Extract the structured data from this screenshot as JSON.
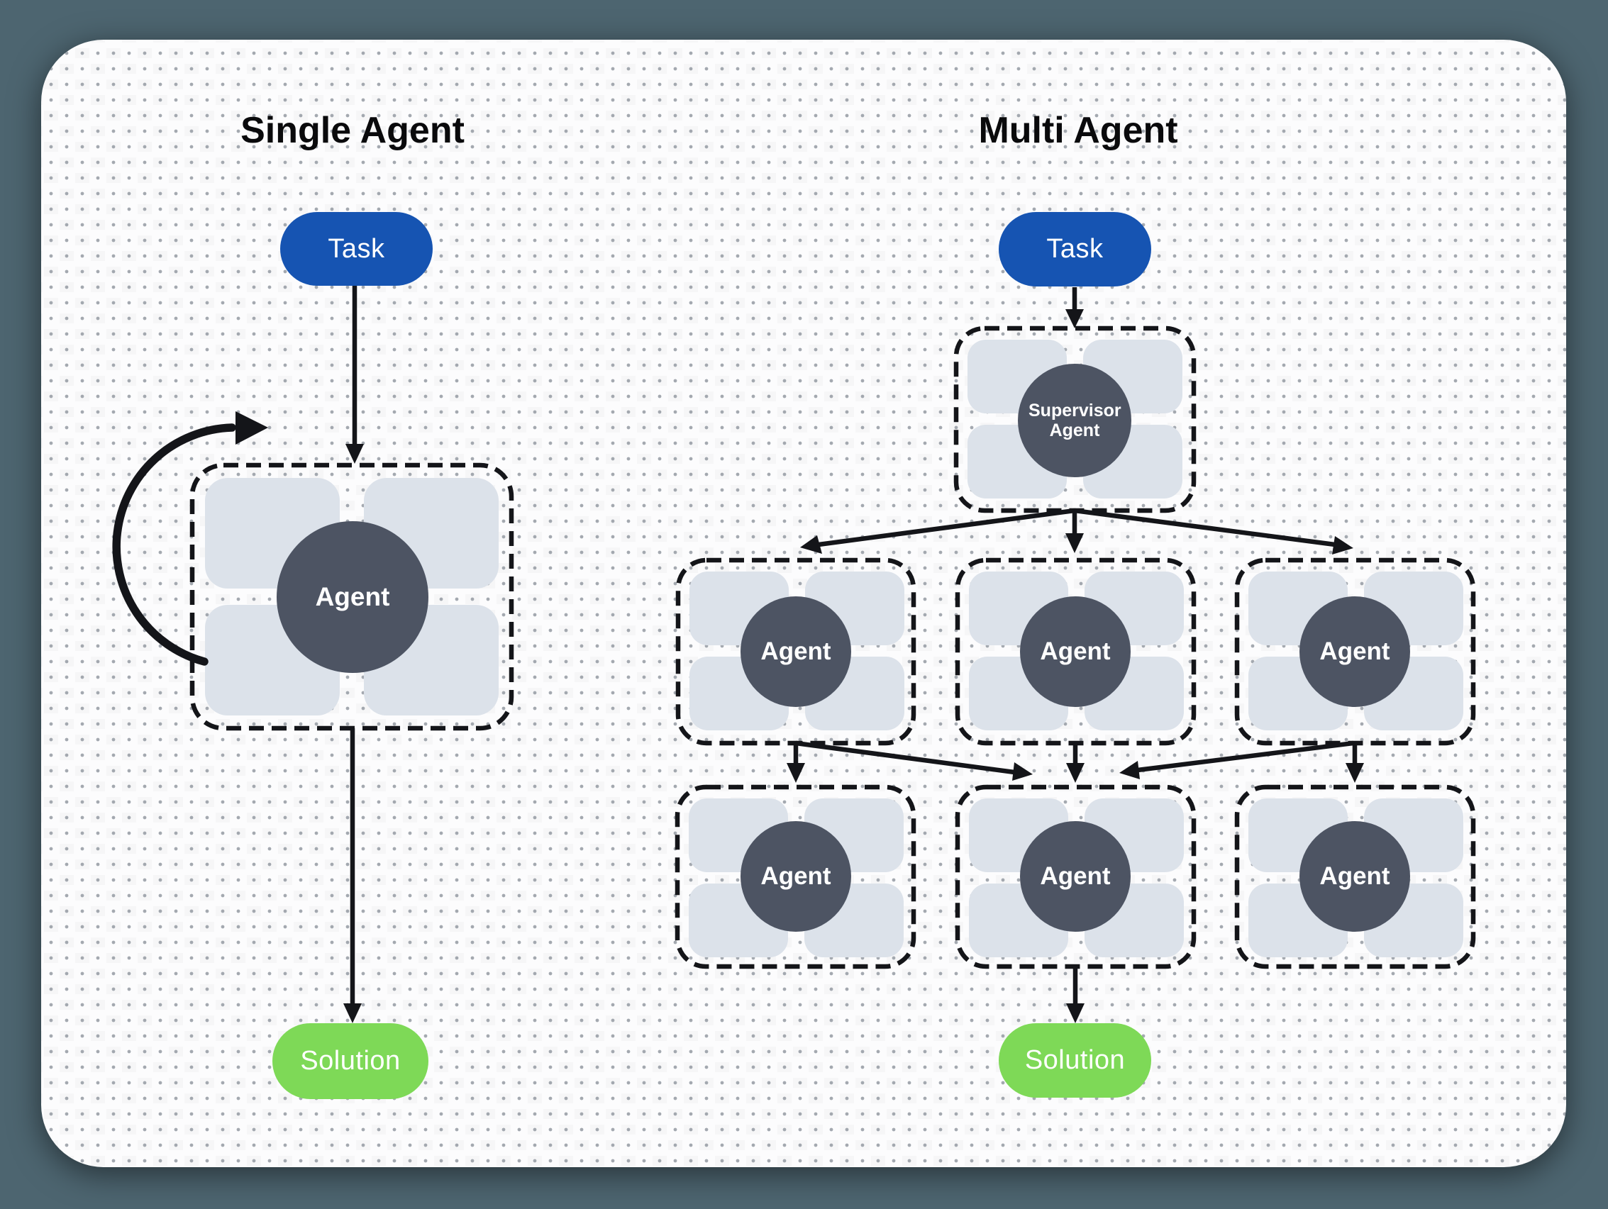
{
  "diagram": {
    "left_column": {
      "title": "Single Agent",
      "task_label": "Task",
      "agent_label": "Agent",
      "solution_label": "Solution"
    },
    "right_column": {
      "title": "Multi Agent",
      "task_label": "Task",
      "supervisor_label": "Supervisor Agent",
      "worker_row1_labels": [
        "Agent",
        "Agent",
        "Agent"
      ],
      "worker_row2_labels": [
        "Agent",
        "Agent",
        "Agent"
      ],
      "solution_label": "Solution"
    },
    "colors": {
      "page_background": "#4d6570",
      "canvas_background": "#fcfcfd",
      "dot_grid": "#9aa0a8",
      "task_pill": "#1654b2",
      "solution_pill": "#7ed957",
      "agent_circle": "#4d5463",
      "tool_slot": "#dce2ea",
      "stroke": "#141519"
    }
  }
}
